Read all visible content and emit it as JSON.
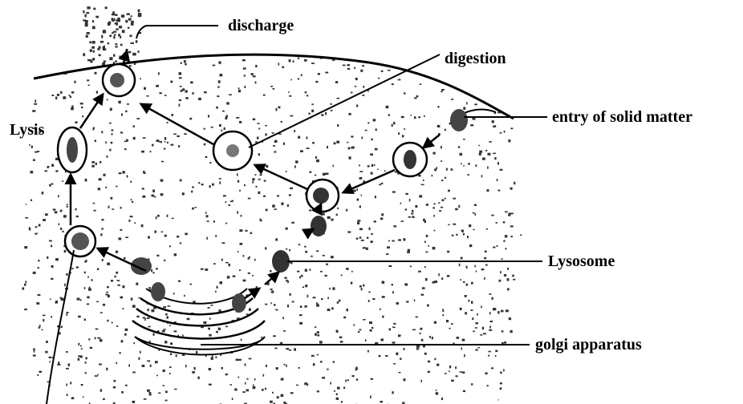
{
  "labels": {
    "discharge": "discharge",
    "digestion": "digestion",
    "entry": "entry of solid matter",
    "lysis": "Lysis",
    "lysosome": "Lysosome",
    "golgi": "golgi apparatus"
  },
  "colors": {
    "ink": "#000000",
    "stipple": "#333333",
    "background": "#ffffff"
  }
}
